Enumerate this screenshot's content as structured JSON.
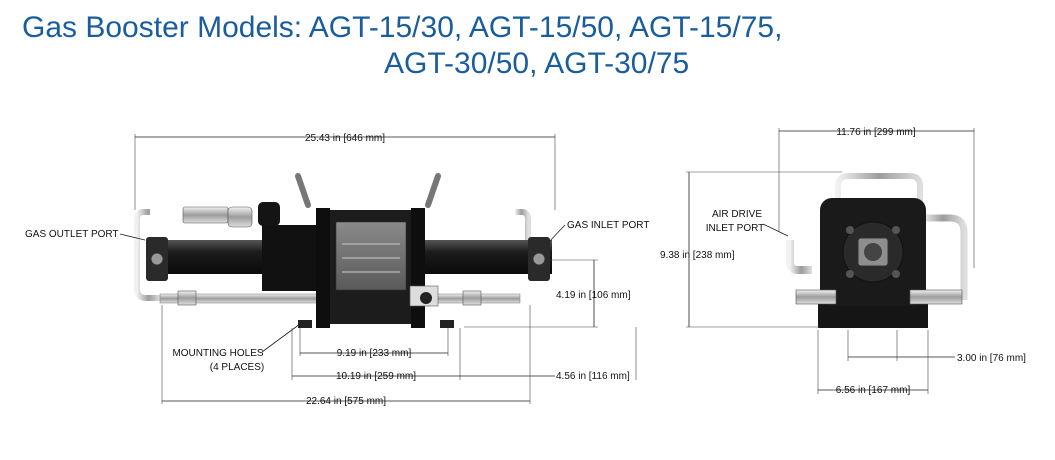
{
  "title": {
    "line1": "Gas Booster Models: AGT-15/30, AGT-15/50, AGT-15/75,",
    "line2": "AGT-30/50, AGT-30/75"
  },
  "front_view": {
    "overall_length": "25.43 in [646 mm]",
    "gas_outlet_port": "GAS OUTLET PORT",
    "gas_inlet_port": "GAS INLET PORT",
    "height_to_port": "4.19 in [106 mm]",
    "mounting_holes_line1": "MOUNTING HOLES",
    "mounting_holes_line2": "(4 PLACES)",
    "hole_spacing_inner": "9.19 in [233 mm]",
    "hole_spacing_outer": "10.19 in [259 mm]",
    "end_offset": "4.56 in [116 mm]",
    "base_length": "22.64 in [575 mm]"
  },
  "side_view": {
    "overall_width": "11.76 in [299 mm]",
    "air_drive_line1": "AIR DRIVE",
    "air_drive_line2": "INLET PORT",
    "overall_height": "9.38 in [238 mm]",
    "hole_spacing": "3.00 in [76 mm]",
    "base_width": "6.56 in [167 mm]"
  }
}
